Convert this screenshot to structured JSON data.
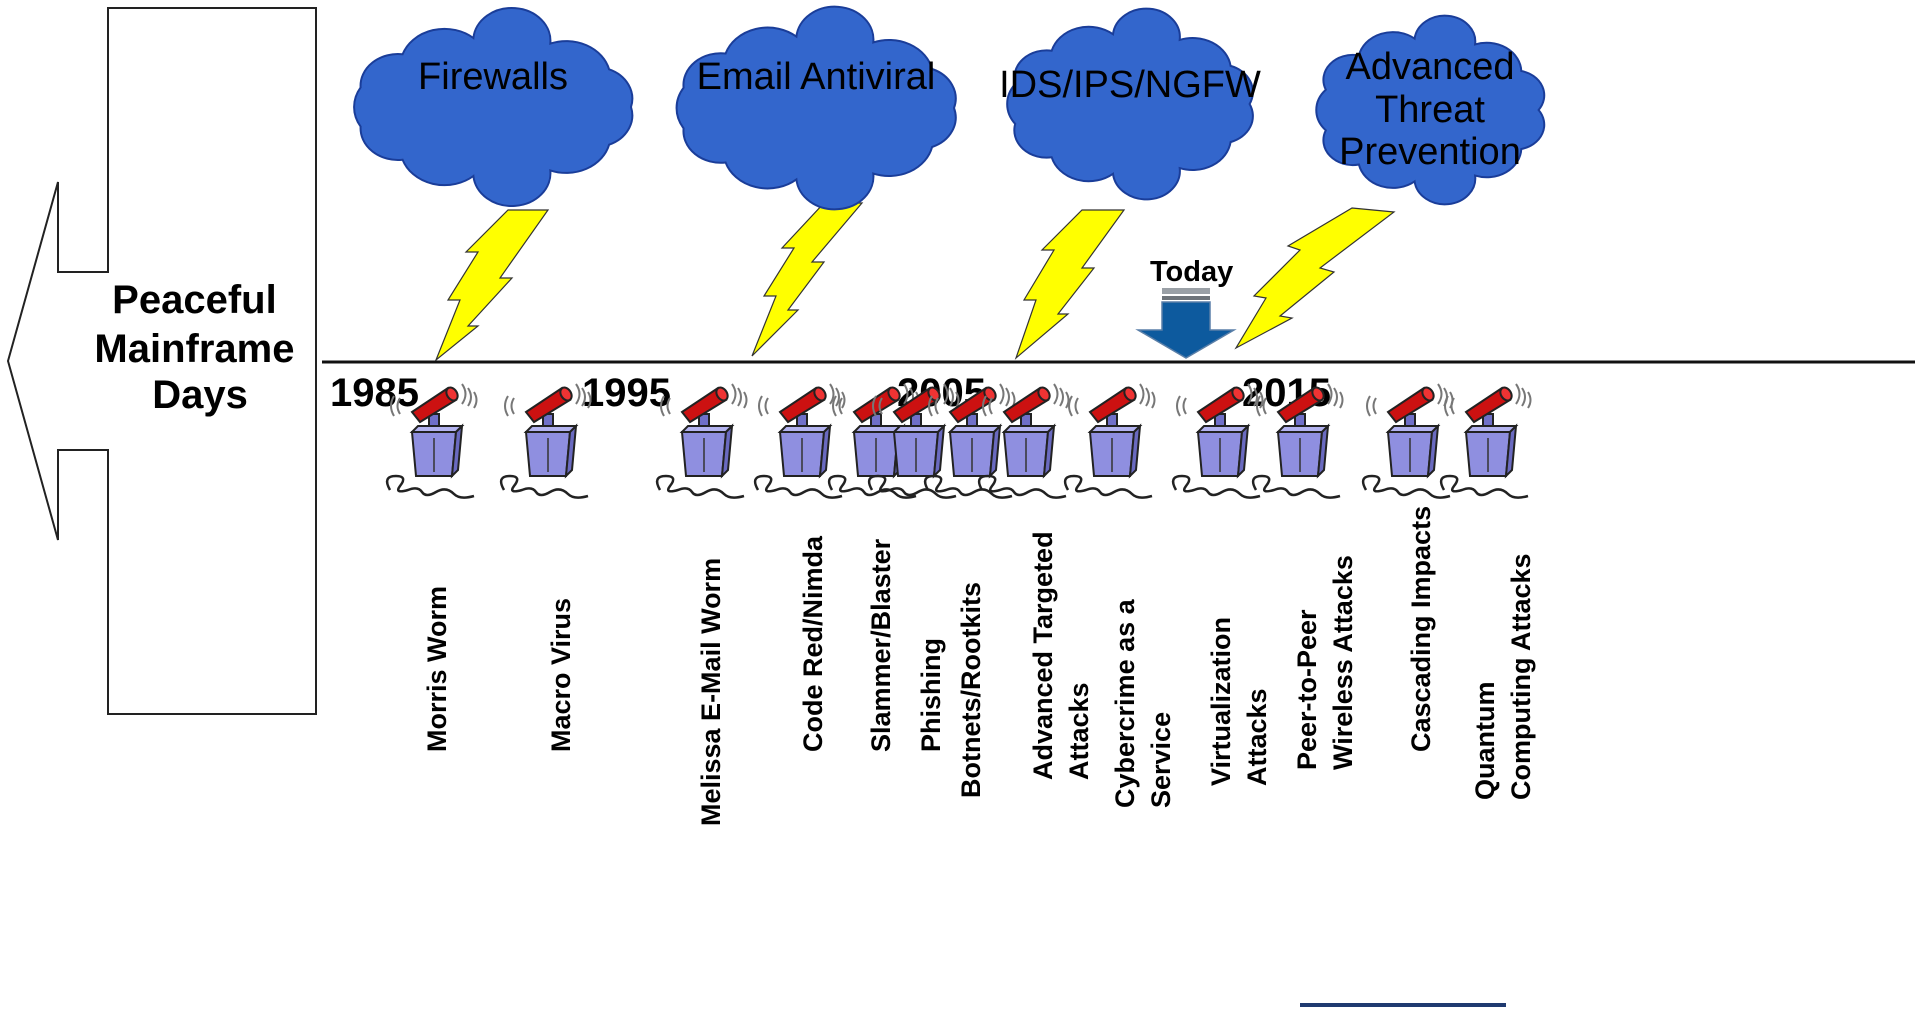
{
  "era_arrow": {
    "lines": [
      "Peaceful",
      "Mainframe",
      "Days"
    ]
  },
  "defenses": [
    {
      "lines": [
        "Firewalls"
      ]
    },
    {
      "lines": [
        "Email Antiviral"
      ]
    },
    {
      "lines": [
        "IDS/IPS/NGFW"
      ]
    },
    {
      "lines": [
        "Advanced",
        "Threat",
        "Prevention"
      ]
    }
  ],
  "today": {
    "label": "Today"
  },
  "years": [
    "1985",
    "1995",
    "2005",
    "2015"
  ],
  "events": [
    {
      "lines": [
        "Morris Worm"
      ]
    },
    {
      "lines": [
        "Macro Virus"
      ]
    },
    {
      "lines": [
        "Melissa E-Mail Worm"
      ]
    },
    {
      "lines": [
        "Code Red/Nimda"
      ]
    },
    {
      "lines": [
        "Slammer/Blaster"
      ]
    },
    {
      "lines": [
        "Phishing"
      ]
    },
    {
      "lines": [
        "Botnets/Rootkits"
      ]
    },
    {
      "lines": [
        "Advanced Targeted",
        "Attacks"
      ]
    },
    {
      "lines": [
        "Cybercrime as a",
        "Service"
      ]
    },
    {
      "lines": [
        "Virtualization",
        "Attacks"
      ]
    },
    {
      "lines": [
        "Peer-to-Peer",
        "Wireless Attacks"
      ]
    },
    {
      "lines": [
        "Cascading Impacts"
      ]
    },
    {
      "lines": [
        "Quantum",
        "Computing Attacks"
      ]
    }
  ],
  "colors": {
    "cloud_fill": "#3366cc",
    "cloud_stroke": "#1a3d99",
    "bolt_fill": "#ffff00",
    "today_arrow": "#0d5a9e",
    "detonator_box": "#8f8fe0",
    "detonator_handle": "#cc1111"
  }
}
